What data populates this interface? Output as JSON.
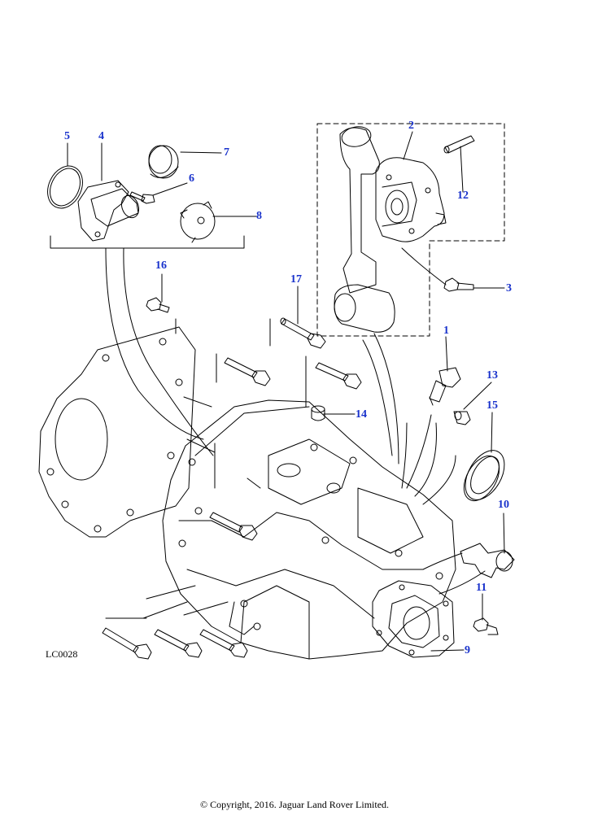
{
  "callouts": {
    "c1": "1",
    "c2": "2",
    "c3": "3",
    "c4": "4",
    "c5": "5",
    "c6": "6",
    "c7": "7",
    "c8": "8",
    "c9": "9",
    "c10": "10",
    "c11": "11",
    "c12": "12",
    "c13": "13",
    "c14": "14",
    "c15": "15",
    "c16": "16",
    "c17": "17"
  },
  "illustration_ref": "LC0028",
  "copyright": "© Copyright, 2016. Jaguar Land Rover Limited.",
  "colors": {
    "callout": "#1a33cc",
    "line": "#000000"
  }
}
